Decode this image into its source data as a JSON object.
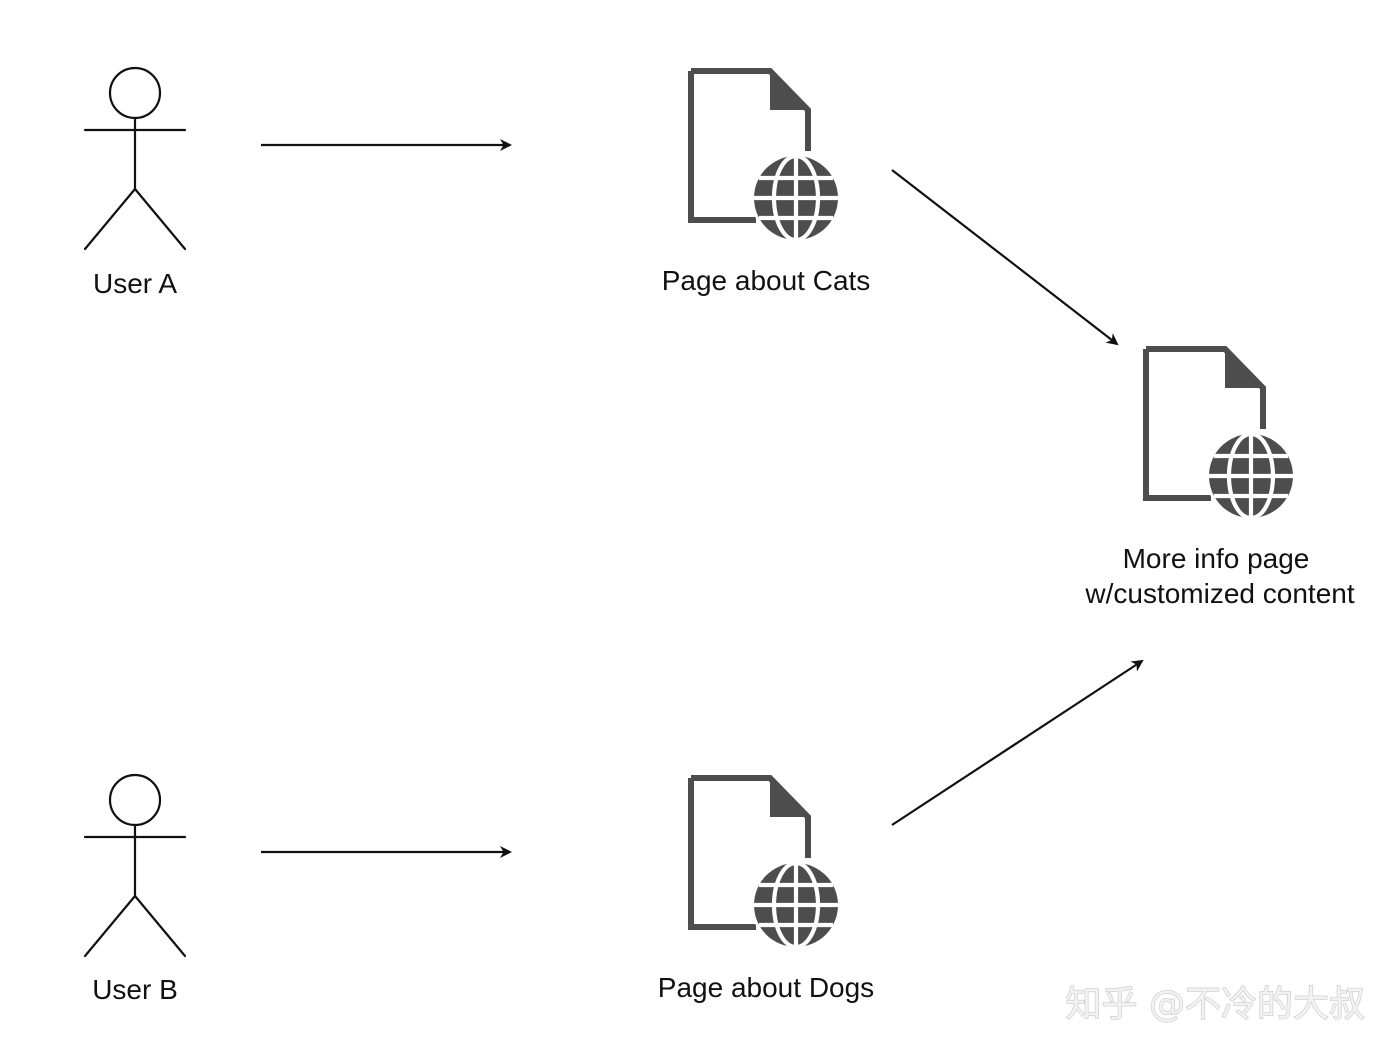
{
  "colors": {
    "background": "#ffffff",
    "line": "#111111",
    "icon": "#4d4d4d",
    "text": "#111111",
    "watermark_fill": "#f2f2f2",
    "watermark_stroke": "#c8c8c8"
  },
  "actors": [
    {
      "id": "user-a",
      "icon": "stick-figure-icon",
      "label": "User A"
    },
    {
      "id": "user-b",
      "icon": "stick-figure-icon",
      "label": "User B"
    }
  ],
  "pages": [
    {
      "id": "page-cats",
      "icon": "web-page-globe-icon",
      "label": "Page about Cats"
    },
    {
      "id": "page-dogs",
      "icon": "web-page-globe-icon",
      "label": "Page about Dogs"
    },
    {
      "id": "page-more-info",
      "icon": "web-page-globe-icon",
      "label_lines": [
        "More info page",
        "w/customized content"
      ]
    }
  ],
  "connections": [
    {
      "from": "user-a",
      "to": "page-cats"
    },
    {
      "from": "page-cats",
      "to": "page-more-info"
    },
    {
      "from": "user-b",
      "to": "page-dogs"
    },
    {
      "from": "page-dogs",
      "to": "page-more-info"
    }
  ],
  "watermark": "知乎 @不冷的大叔"
}
